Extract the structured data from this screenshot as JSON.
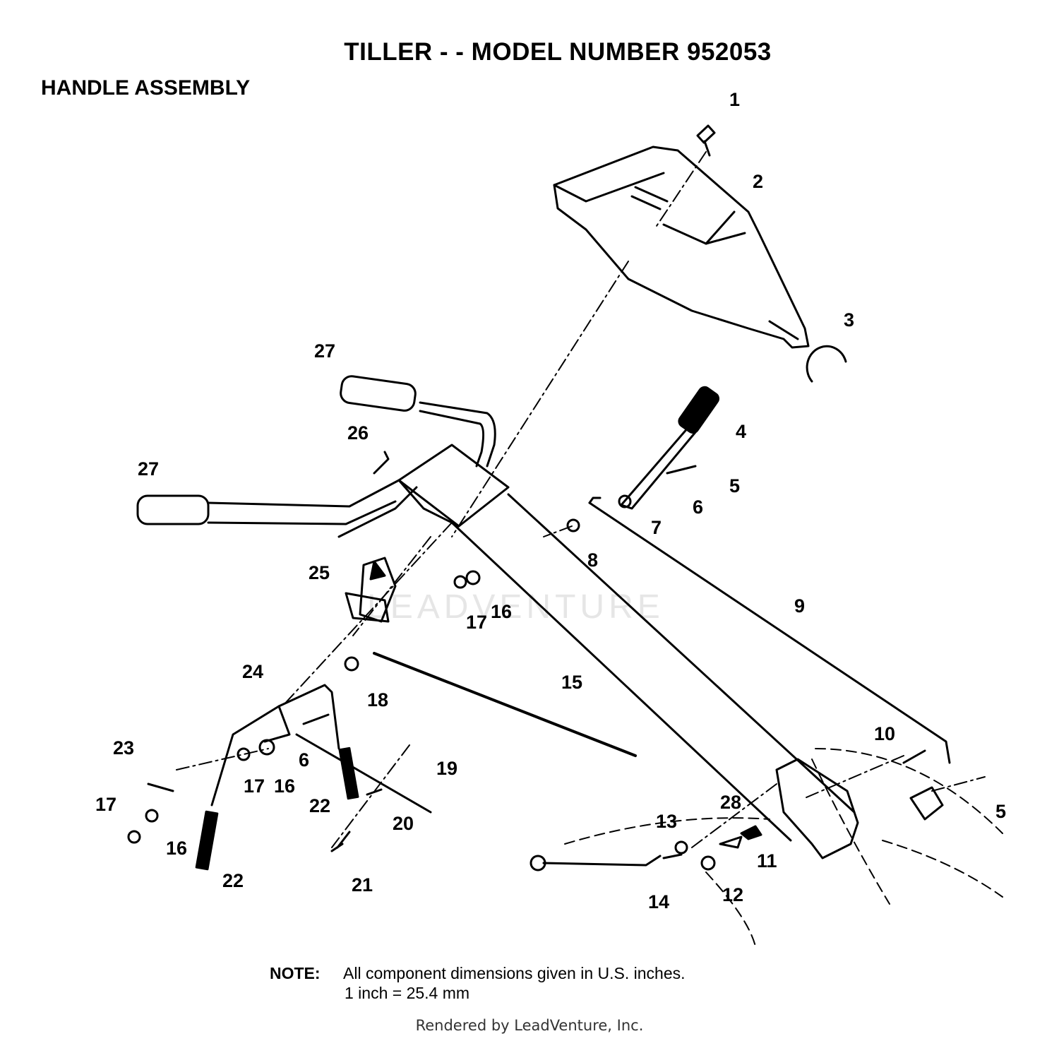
{
  "title": "TILLER - - MODEL NUMBER 952053",
  "subtitle": "HANDLE ASSEMBLY",
  "callouts": [
    "1",
    "2",
    "3",
    "4",
    "5",
    "6",
    "7",
    "8",
    "9",
    "10",
    "11",
    "12",
    "13",
    "14",
    "15",
    "16",
    "17",
    "18",
    "19",
    "20",
    "21",
    "22",
    "23",
    "24",
    "25",
    "26",
    "27",
    "28",
    "27",
    "6",
    "17",
    "16",
    "17",
    "16",
    "22",
    "5"
  ],
  "note": {
    "label": "NOTE:",
    "line1": "All component dimensions given in U.S. inches.",
    "line2": "1 inch = 25.4 mm"
  },
  "watermark": "LEADVENTURE",
  "footer": "Rendered by LeadVenture, Inc."
}
